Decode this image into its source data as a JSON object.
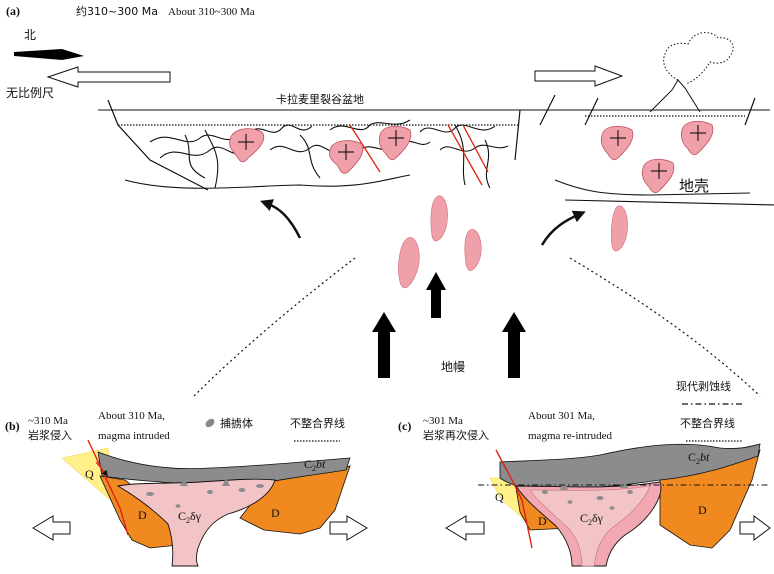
{
  "panel_a": {
    "label": "(a)",
    "age_cn": "约310~300 Ma",
    "age_en": "About 310~300 Ma",
    "north_label": "北",
    "no_scale_label": "无比例尺",
    "basin_label": "卡拉麦里裂谷盆地",
    "crust_label": "地壳",
    "mantle_label": "地幔"
  },
  "panel_b": {
    "label": "(b)",
    "age_cn": "~310 Ma",
    "event_cn": "岩浆侵入",
    "age_en": "About 310 Ma,",
    "event_en": "magma intruded",
    "legend_xenolith": "捕掳体",
    "legend_unconformity": "不整合界线",
    "unit_q": "Q",
    "unit_c2bt_main": "C",
    "unit_c2bt_sub": "2",
    "unit_c2bt_rest": "bt",
    "unit_d1": "D",
    "unit_d2": "D",
    "intrusion_main": "C",
    "intrusion_sub": "2",
    "intrusion_rest": "δγ"
  },
  "panel_c": {
    "label": "(c)",
    "age_cn": "~301 Ma",
    "event_cn": "岩浆再次侵入",
    "age_en": "About 301 Ma,",
    "event_en": "magma re-intruded",
    "legend_erosion": "现代剥蚀线",
    "legend_unconformity": "不整合界线",
    "unit_q": "Q",
    "unit_c2bt_main": "C",
    "unit_c2bt_sub": "2",
    "unit_c2bt_rest": "bt",
    "unit_d1": "D",
    "unit_d2": "D",
    "intrusion_main": "C",
    "intrusion_sub": "2",
    "intrusion_rest": "δγ"
  },
  "colors": {
    "pink_magma": "#f0a0a8",
    "pink_light": "#f2c4c6",
    "gray_c2bt": "#8c8c8e",
    "orange_d": "#f08a20",
    "yellow_q": "#fff08a",
    "fault_red": "#e02010"
  }
}
